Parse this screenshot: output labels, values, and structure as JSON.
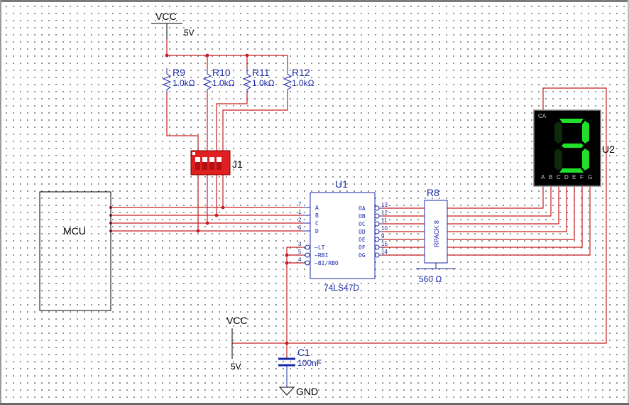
{
  "power": {
    "vcc_top_label": "VCC",
    "vcc_top_value": "5V",
    "vcc_bottom_label": "VCC",
    "vcc_bottom_value": "5V",
    "gnd_label": "GND"
  },
  "resistors": [
    {
      "ref": "R9",
      "value": "1.0kΩ"
    },
    {
      "ref": "R10",
      "value": "1.0kΩ"
    },
    {
      "ref": "R11",
      "value": "1.0kΩ"
    },
    {
      "ref": "R12",
      "value": "1.0kΩ"
    }
  ],
  "switch": {
    "ref": "J1"
  },
  "mcu": {
    "label": "MCU"
  },
  "decoder": {
    "ref": "U1",
    "part": "74LS47D",
    "inputs": [
      {
        "pin": "7",
        "name": "A"
      },
      {
        "pin": "1",
        "name": "B"
      },
      {
        "pin": "2",
        "name": "C"
      },
      {
        "pin": "6",
        "name": "D"
      }
    ],
    "controls": [
      {
        "pin": "3",
        "name": "~LT"
      },
      {
        "pin": "5",
        "name": "~RBI"
      },
      {
        "pin": "4",
        "name": "~BI/RBO"
      }
    ],
    "outputs": [
      {
        "pin": "13",
        "name": "OA"
      },
      {
        "pin": "12",
        "name": "OB"
      },
      {
        "pin": "11",
        "name": "OC"
      },
      {
        "pin": "10",
        "name": "OD"
      },
      {
        "pin": "9",
        "name": "OE"
      },
      {
        "pin": "15",
        "name": "OF"
      },
      {
        "pin": "14",
        "name": "OG"
      }
    ]
  },
  "rpack": {
    "ref": "R8",
    "part": "RPACK 8",
    "value": "560 Ω"
  },
  "display": {
    "ref": "U2",
    "common_label": "CA",
    "digit": "3",
    "segments": [
      "A",
      "B",
      "C",
      "D",
      "E",
      "F",
      "G"
    ],
    "segment_color": "#22e02a",
    "body_color": "#000000"
  },
  "capacitor": {
    "ref": "C1",
    "value": "100nF"
  },
  "colors": {
    "wire": "#c81e1e",
    "component": "#1a2aa8",
    "switch_body": "#e02020"
  }
}
